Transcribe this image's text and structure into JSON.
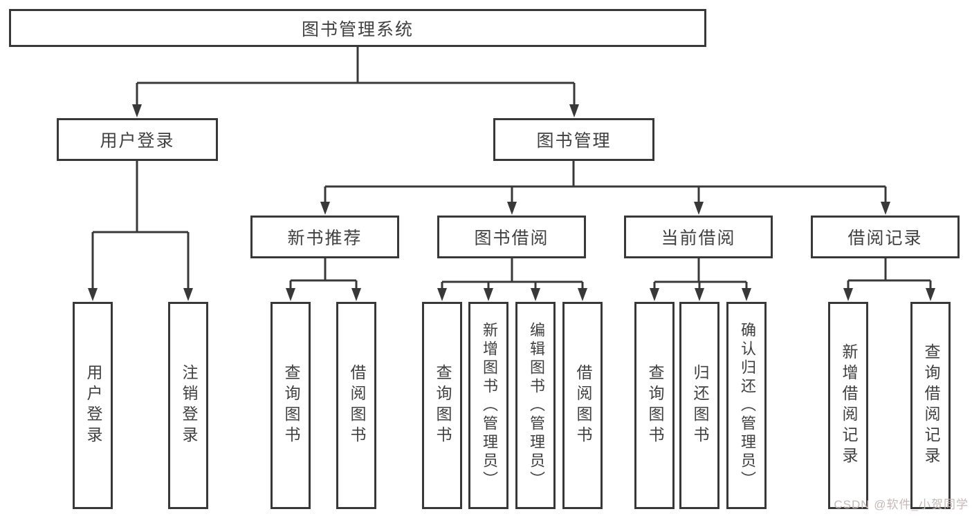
{
  "tree": {
    "root": "图书管理系统",
    "user_login": "用户登录",
    "book_management": "图书管理",
    "user_login_children": [
      "用户登录",
      "注销登录"
    ],
    "book_management_children": [
      "新书推荐",
      "图书借阅",
      "当前借阅",
      "借阅记录"
    ],
    "new_book_children": [
      "查询图书",
      "借阅图书"
    ],
    "book_borrow_children": [
      "查询图书",
      "新增图书（管理员）",
      "编辑图书（管理员）",
      "借阅图书"
    ],
    "current_borrow_children": [
      "查询图书",
      "归还图书",
      "确认归还（管理员）"
    ],
    "borrow_record_children": [
      "新增借阅记录",
      "查询借阅记录"
    ]
  },
  "watermark": {
    "text": "CSDN @软件_小贺同学",
    "color": "#c6b8b8"
  },
  "colors": {
    "line": "#383838",
    "text": "#404040",
    "background": "#ffffff"
  }
}
